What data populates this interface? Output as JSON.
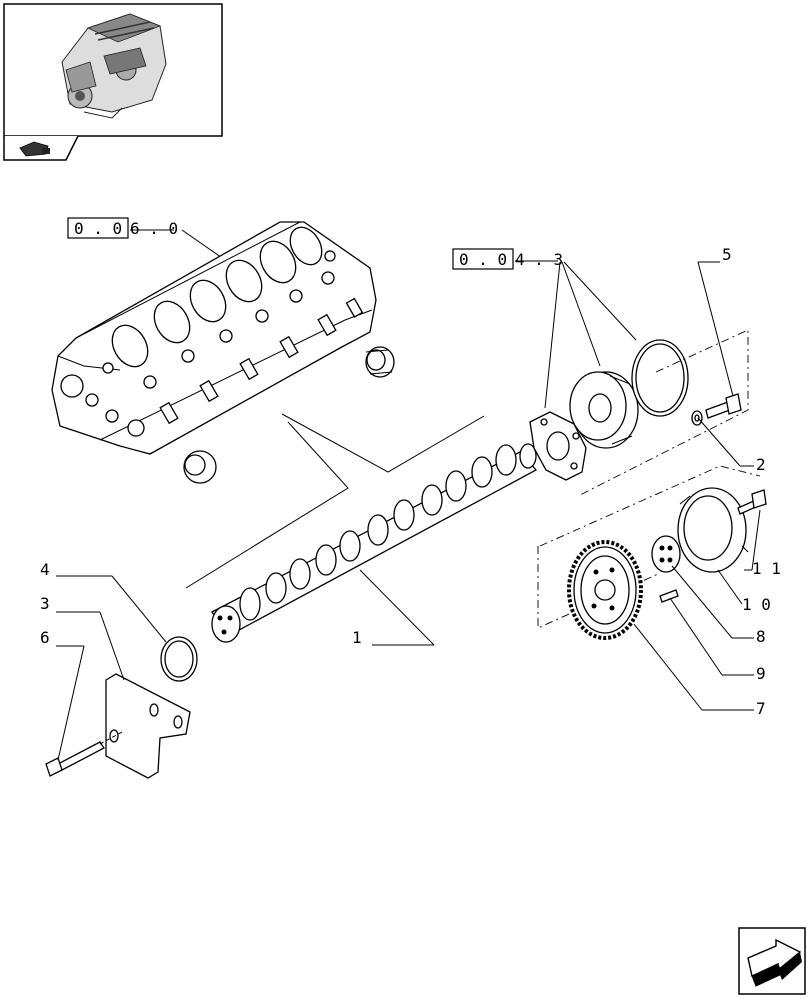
{
  "diagram": {
    "references": [
      {
        "box": "0 . 0",
        "rest": "6 . 0"
      },
      {
        "box": "0 . 0",
        "rest": "4 . 3"
      }
    ],
    "callouts": [
      "1",
      "2",
      "3",
      "4",
      "5",
      "6",
      "7",
      "8",
      "9",
      "1 0",
      "1 1"
    ]
  },
  "icons": {
    "thumbnail": "engine-thumbnail-icon",
    "tab": "hand-pointer-icon",
    "next": "next-page-arrow-icon"
  }
}
